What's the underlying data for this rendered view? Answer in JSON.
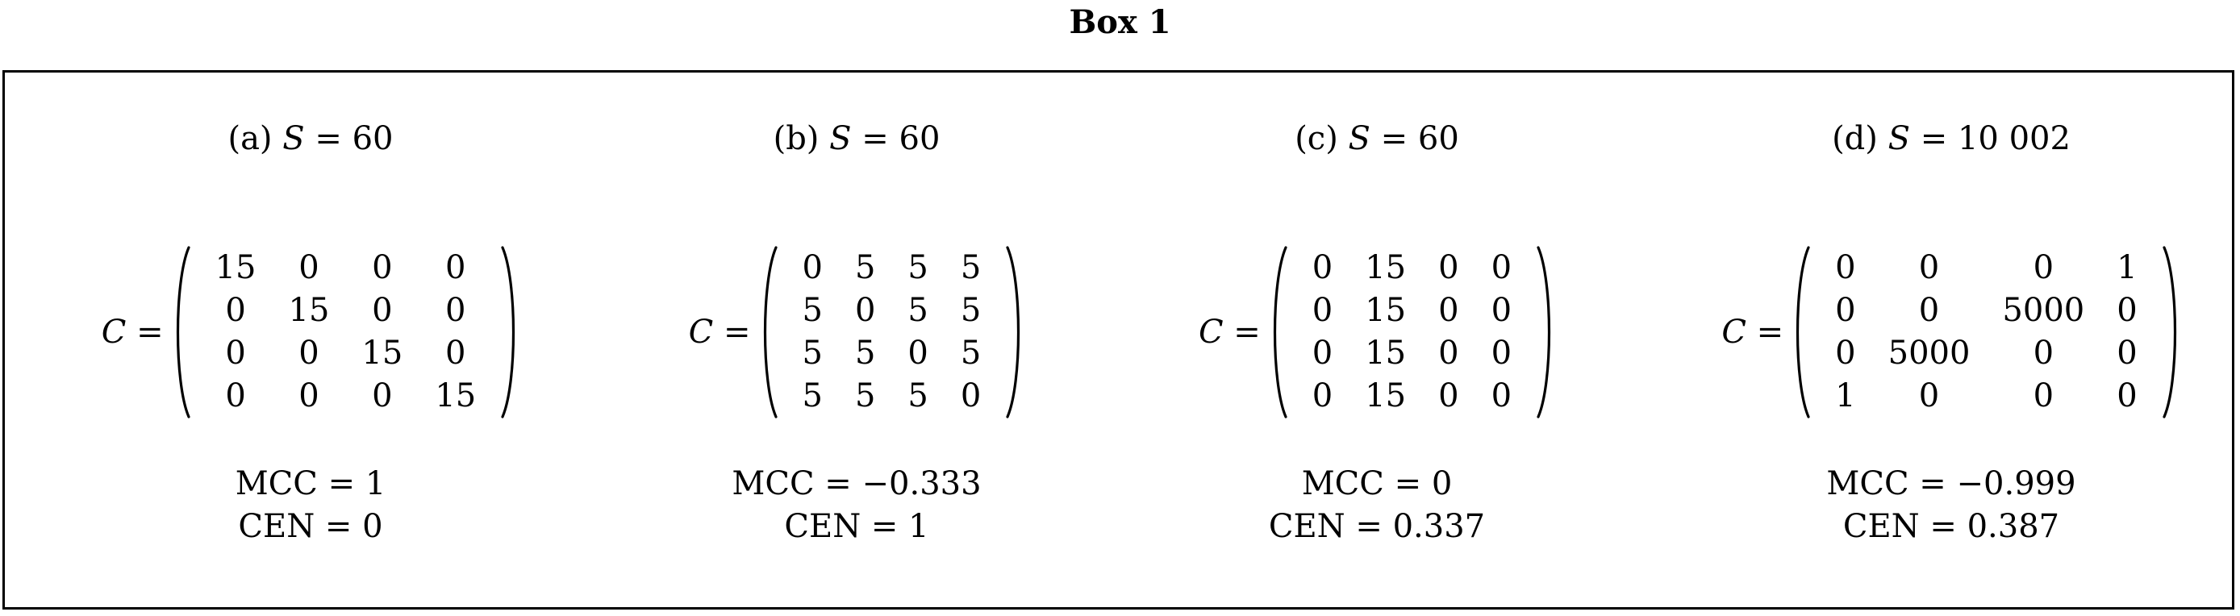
{
  "title": "Box 1",
  "panels": [
    {
      "label": "(a)",
      "s_var": "S",
      "s_value": "60",
      "lhs_var": "C",
      "matrix": [
        [
          "15",
          "0",
          "0",
          "0"
        ],
        [
          "0",
          "15",
          "0",
          "0"
        ],
        [
          "0",
          "0",
          "15",
          "0"
        ],
        [
          "0",
          "0",
          "0",
          "15"
        ]
      ],
      "mcc": "MCC = 1",
      "cen": "CEN = 0"
    },
    {
      "label": "(b)",
      "s_var": "S",
      "s_value": "60",
      "lhs_var": "C",
      "matrix": [
        [
          "0",
          "5",
          "5",
          "5"
        ],
        [
          "5",
          "0",
          "5",
          "5"
        ],
        [
          "5",
          "5",
          "0",
          "5"
        ],
        [
          "5",
          "5",
          "5",
          "0"
        ]
      ],
      "mcc": "MCC = −0.333",
      "cen": "CEN = 1"
    },
    {
      "label": "(c)",
      "s_var": "S",
      "s_value": "60",
      "lhs_var": "C",
      "matrix": [
        [
          "0",
          "15",
          "0",
          "0"
        ],
        [
          "0",
          "15",
          "0",
          "0"
        ],
        [
          "0",
          "15",
          "0",
          "0"
        ],
        [
          "0",
          "15",
          "0",
          "0"
        ]
      ],
      "mcc": "MCC = 0",
      "cen": "CEN = 0.337"
    },
    {
      "label": "(d)",
      "s_var": "S",
      "s_value": "10 002",
      "lhs_var": "C",
      "matrix": [
        [
          "0",
          "0",
          "0",
          "1"
        ],
        [
          "0",
          "0",
          "5000",
          "0"
        ],
        [
          "0",
          "5000",
          "0",
          "0"
        ],
        [
          "1",
          "0",
          "0",
          "0"
        ]
      ],
      "mcc": "MCC = −0.999",
      "cen": "CEN = 0.387"
    }
  ]
}
